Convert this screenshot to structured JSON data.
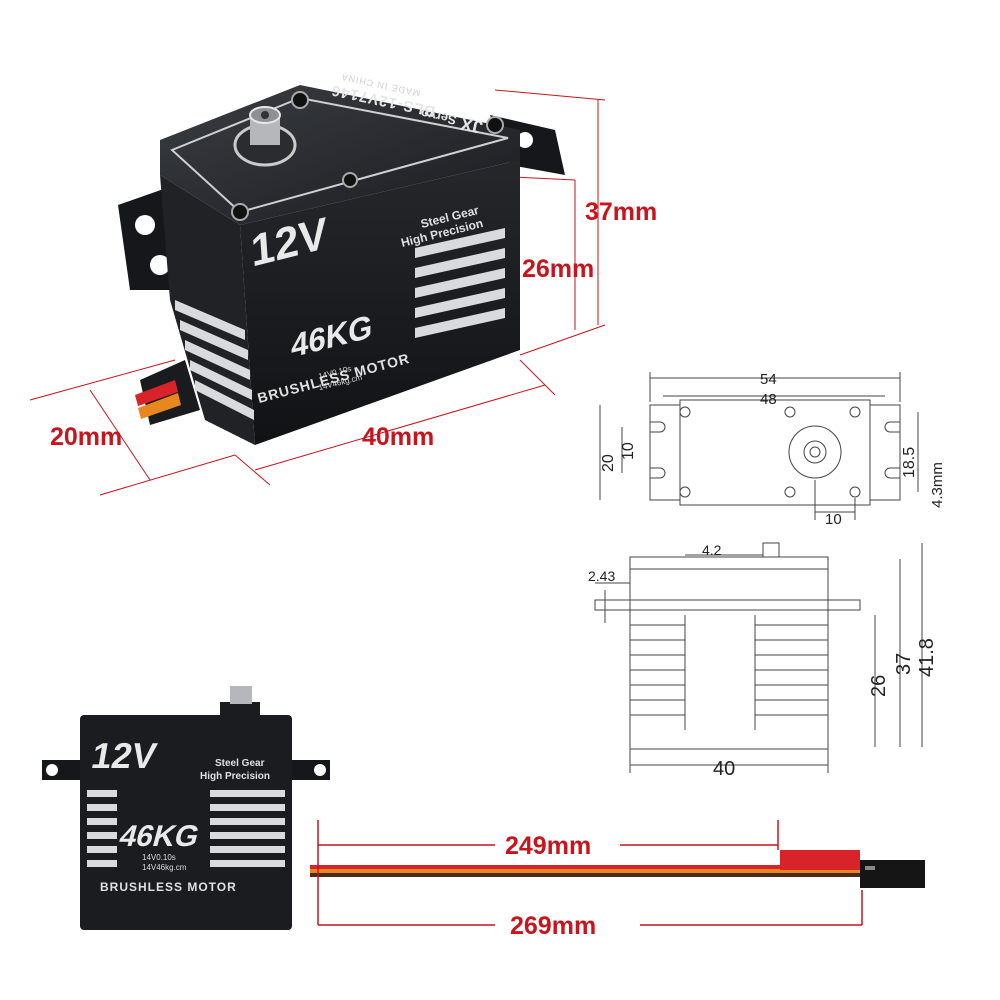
{
  "product": {
    "brand": "JX",
    "brand_suffix": "Servo",
    "model": "BLS-12V7146",
    "origin": "MADE IN CHINA",
    "voltage_badge": "12V",
    "torque_badge": "46KG",
    "spec_line_1": "Steel Gear",
    "spec_line_2": "High Precision",
    "rating_speed": "14V0.10s",
    "rating_torque": "14V46kg.cm",
    "motor_type": "BRUSHLESS MOTOR"
  },
  "dimensions_photo": {
    "depth": "20mm",
    "length": "40mm",
    "height_total": "37mm",
    "height_body": "26mm"
  },
  "top_drawing": {
    "overall_width": "54",
    "hole_spacing": "48",
    "overall_height": "20",
    "slot_spacing": "10",
    "hole_vertical": "18.5",
    "hole_diameter": "4.3mm",
    "shaft_offset": "10"
  },
  "side_drawing": {
    "shaft_dia": "4.2",
    "flange_thickness": "2.43",
    "height_flange": "26",
    "height_body": "37",
    "height_total": "41.8",
    "body_length": "40"
  },
  "cable": {
    "length_short": "249mm",
    "length_long": "269mm"
  },
  "colors": {
    "dimension_red": "#c8141c",
    "servo_body": "#1d1f23",
    "fin_silver": "#d9dadb",
    "wire_red": "#d8232a",
    "wire_orange": "#e8871e",
    "wire_brown": "#4a2a1a"
  }
}
